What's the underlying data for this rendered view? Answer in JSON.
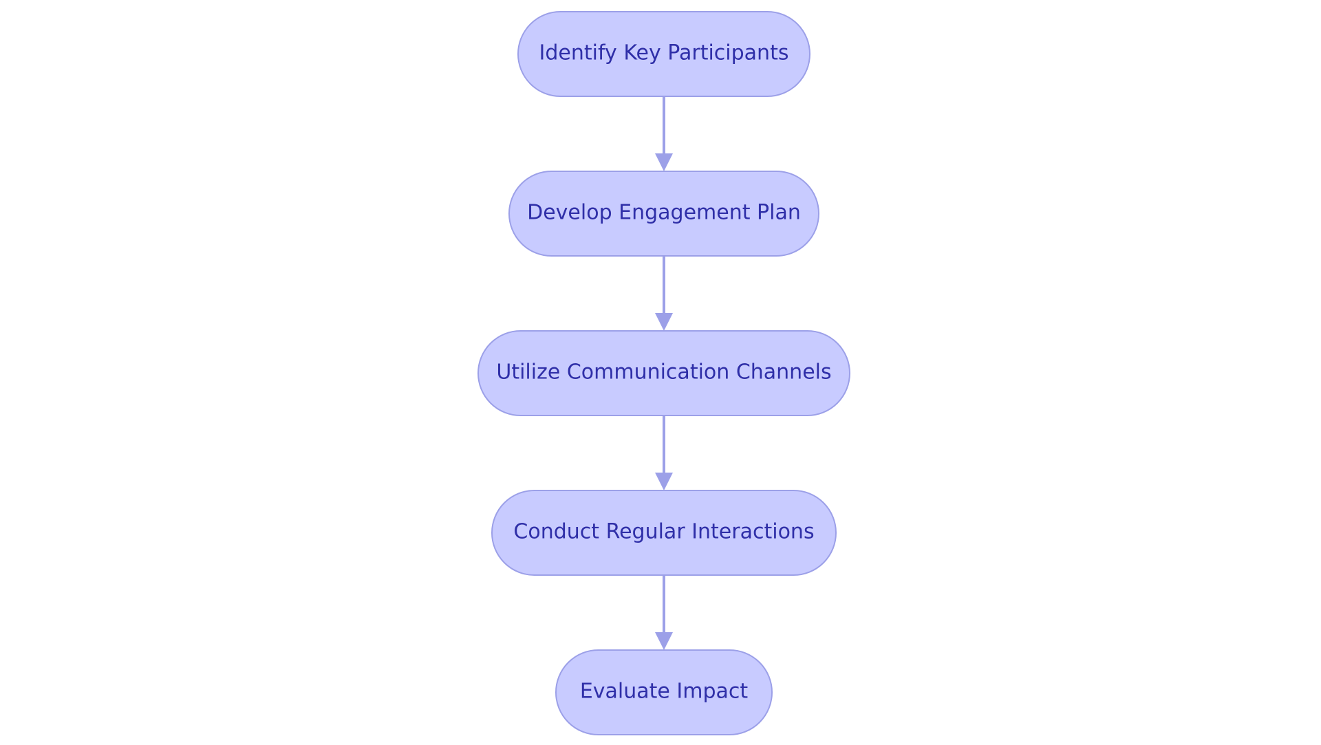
{
  "colors": {
    "node_fill": "#c8cbff",
    "node_stroke": "#9ca0e8",
    "text": "#2f2fa8",
    "edge": "#9ca0e8",
    "background": "#ffffff"
  },
  "flowchart": {
    "direction": "top-to-bottom",
    "nodes": [
      {
        "id": "n1",
        "label": "Identify Key Participants"
      },
      {
        "id": "n2",
        "label": "Develop Engagement Plan"
      },
      {
        "id": "n3",
        "label": "Utilize Communication Channels"
      },
      {
        "id": "n4",
        "label": "Conduct Regular Interactions"
      },
      {
        "id": "n5",
        "label": "Evaluate Impact"
      }
    ],
    "edges": [
      {
        "from": "n1",
        "to": "n2"
      },
      {
        "from": "n2",
        "to": "n3"
      },
      {
        "from": "n3",
        "to": "n4"
      },
      {
        "from": "n4",
        "to": "n5"
      }
    ]
  }
}
